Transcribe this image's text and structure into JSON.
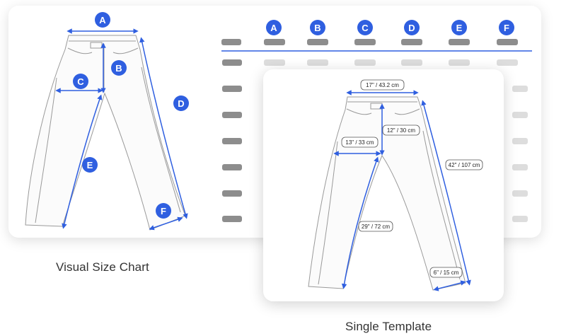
{
  "colors": {
    "accent": "#2f5fe0",
    "pants_stroke": "#9a9a9a",
    "bar_dark": "#8d8d8d",
    "bar_light": "#dddddd"
  },
  "table": {
    "columns": [
      "A",
      "B",
      "C",
      "D",
      "E",
      "F"
    ],
    "row_count": 7
  },
  "visual_chart": {
    "caption": "Visual Size Chart",
    "letters": {
      "A": "A",
      "B": "B",
      "C": "C",
      "D": "D",
      "E": "E",
      "F": "F"
    }
  },
  "single_template": {
    "caption": "Single Template",
    "measurements": {
      "waist": "17\" / 43.2 cm",
      "rise": "12\" / 30 cm",
      "thigh": "13\" / 33 cm",
      "outseam": "42\" / 107 cm",
      "inseam": "29\" / 72 cm",
      "hem": "6\" / 15 cm"
    }
  }
}
